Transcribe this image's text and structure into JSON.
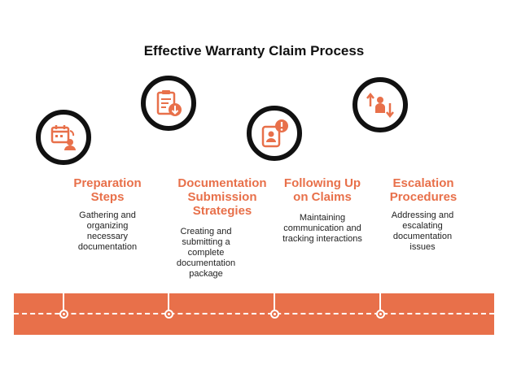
{
  "title": "Effective Warranty Claim Process",
  "accent_color": "#e8704a",
  "steps": [
    {
      "icon": "calendar-user-icon",
      "title_lines": [
        "Preparation",
        "Steps"
      ],
      "desc_lines": [
        "Gathering and",
        "organizing",
        "necessary",
        "documentation"
      ]
    },
    {
      "icon": "clipboard-download-icon",
      "title_lines": [
        "Documentation",
        "Submission",
        "Strategies"
      ],
      "desc_lines": [
        "Creating and",
        "submitting a",
        "complete",
        "documentation",
        "package"
      ]
    },
    {
      "icon": "phone-alert-icon",
      "title_lines": [
        "Following Up",
        "on Claims"
      ],
      "desc_lines": [
        "Maintaining",
        "communication and",
        "tracking interactions"
      ]
    },
    {
      "icon": "escalation-person-icon",
      "title_lines": [
        "Escalation",
        "Procedures"
      ],
      "desc_lines": [
        "Addressing and",
        "escalating",
        "documentation",
        "issues"
      ]
    }
  ]
}
